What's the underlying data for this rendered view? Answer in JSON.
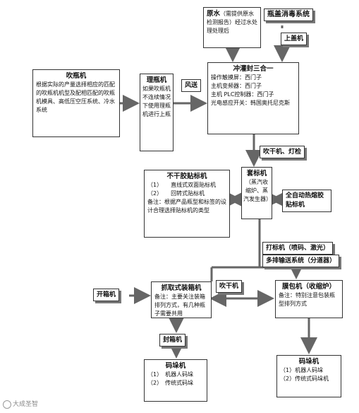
{
  "chuipingji": {
    "title": "吹瓶机",
    "body": "根据实际的产量选择相应的匹配的吹瓶机机型及配相匹配的吹瓶机模具、高低压空压系统、冷水系统"
  },
  "lipingji": {
    "title": "理瓶机",
    "body": "如果吹瓶机不连续情况下使用理瓶机进行上瓶"
  },
  "fengsong": "风送",
  "yuanshui": {
    "title": "原水",
    "body": "（需提供原水检测报告）经过水处理处理后"
  },
  "pinggai": "瓶盖消毒系统",
  "shanggai": "上盖机",
  "chongguan": {
    "title": "冲灌封三合一",
    "lines": [
      "操作触摸屏：西门子",
      "主机变频器：西门子",
      "主机 PLC控制器：西门子",
      "光电感应开关：韩国奥托尼克斯"
    ]
  },
  "chuiganji1": "吹干机、灯检",
  "bugan": {
    "title": "不干胶贴标机",
    "lines": [
      "（1）　　直线式双面贴标机",
      "（2）　　回转式贴标机",
      "备注：根据产品瓶型和标签的设计合理选择贴标机的类型"
    ]
  },
  "taobiao": {
    "title": "套标机",
    "body": "（蒸汽收缩炉、蒸汽发生器）"
  },
  "zidong": "全自动热熔胶贴标机",
  "dabiao": "打标机（喷码、激光）",
  "duopai": "多排输送系统（分道器）",
  "zhuaqu": {
    "title": "抓取式装箱机",
    "body": "备注：主要关注装箱排列方式，有几种瓶子需要共用"
  },
  "kaixiang": "开箱机",
  "chuiganji2": "吹干机",
  "mobao": {
    "title": "膜包机（收缩炉）",
    "body": "备注：特别注意包装瓶型排列方式"
  },
  "fengxiang": "封箱机",
  "maduo1": {
    "title": "码垛机",
    "lines": [
      "（1）　机器人码垛",
      "（2）　传统式码垛"
    ]
  },
  "maduo2": {
    "title": "码垛机",
    "lines": [
      "（1）机器人码垛",
      "（2）传统式码垛机"
    ]
  },
  "watermark": "大成圣智"
}
